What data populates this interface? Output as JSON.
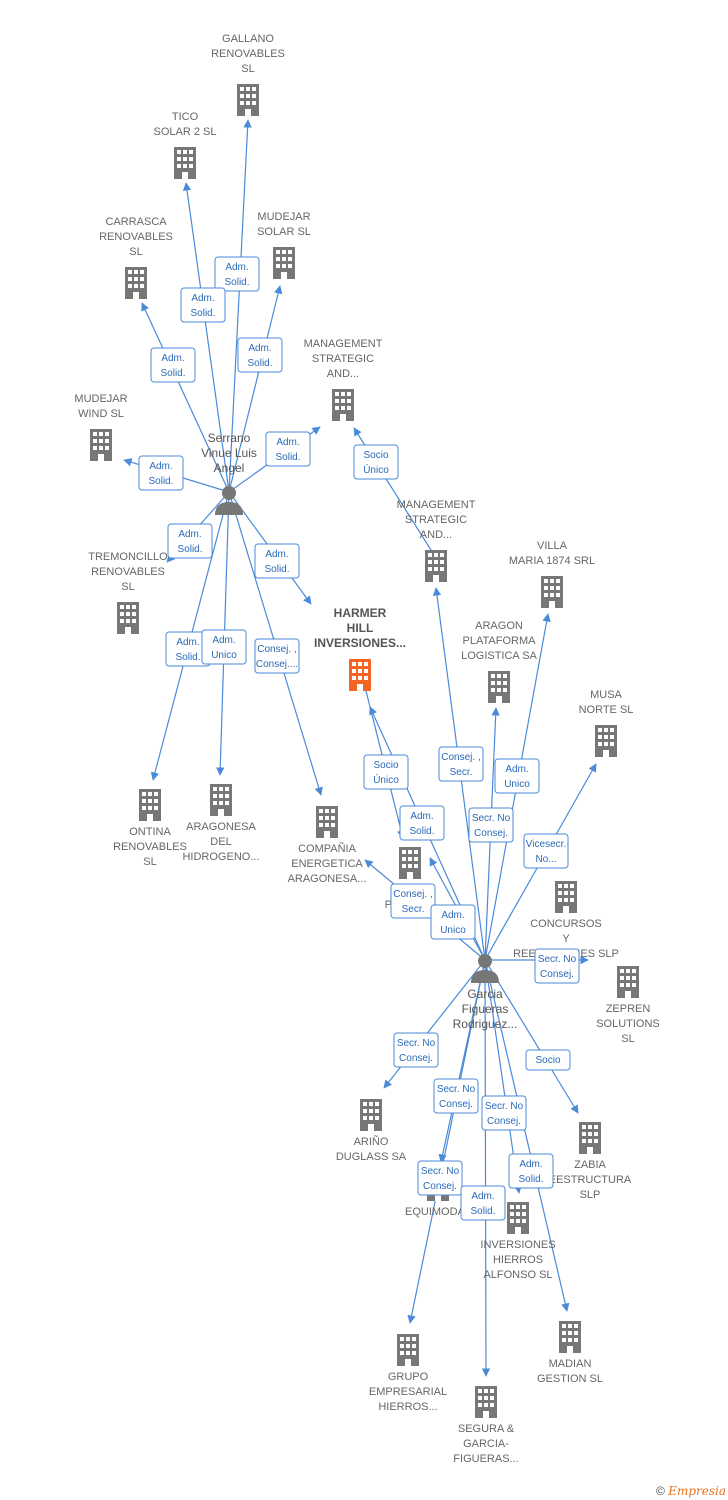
{
  "colors": {
    "edge": "#4a8ad8",
    "building": "#777777",
    "focus": "#f26522",
    "person": "#777777"
  },
  "nodes": [
    {
      "id": "gallano",
      "lines": [
        "GALLANO",
        "RENOVABLES",
        "SL"
      ],
      "icon": "building-icon"
    },
    {
      "id": "tico",
      "lines": [
        "TICO",
        "SOLAR 2  SL"
      ],
      "icon": "building-icon"
    },
    {
      "id": "carrasca",
      "lines": [
        "CARRASCA",
        "RENOVABLES",
        "SL"
      ],
      "icon": "building-icon"
    },
    {
      "id": "mudejar_solar",
      "lines": [
        "MUDEJAR",
        "SOLAR  SL"
      ],
      "icon": "building-icon"
    },
    {
      "id": "mgmt1",
      "lines": [
        "MANAGEMENT",
        "STRATEGIC",
        "AND..."
      ],
      "icon": "building-icon"
    },
    {
      "id": "mudejar_wind",
      "lines": [
        "MUDEJAR",
        "WIND  SL"
      ],
      "icon": "building-icon"
    },
    {
      "id": "serrano",
      "lines": [
        "Serrano",
        "Vinue Luis",
        "Angel"
      ],
      "icon": "person-icon"
    },
    {
      "id": "tremoncillo",
      "lines": [
        "TREMONCILLO",
        "RENOVABLES",
        "SL"
      ],
      "icon": "building-icon"
    },
    {
      "id": "mgmt2",
      "lines": [
        "MANAGEMENT",
        "STRATEGIC",
        "AND..."
      ],
      "icon": "building-icon"
    },
    {
      "id": "villa",
      "lines": [
        "VILLA",
        "MARIA 1874 SRL"
      ],
      "icon": "building-icon"
    },
    {
      "id": "harmer",
      "lines": [
        "HARMER",
        "HILL",
        "INVERSIONES..."
      ],
      "icon": "building-icon",
      "focus": true
    },
    {
      "id": "aragon",
      "lines": [
        "ARAGON",
        "PLATAFORMA",
        "LOGISTICA SA"
      ],
      "icon": "building-icon"
    },
    {
      "id": "musa",
      "lines": [
        "MUSA",
        "NORTE  SL"
      ],
      "icon": "building-icon"
    },
    {
      "id": "ontina",
      "lines": [
        "ONTINA",
        "RENOVABLES",
        "SL"
      ],
      "icon": "building-icon"
    },
    {
      "id": "aragonesa",
      "lines": [
        "ARAGONESA",
        "DEL",
        "HIDROGENO..."
      ],
      "icon": "building-icon"
    },
    {
      "id": "compania",
      "lines": [
        "COMPAÑIA",
        "ENERGETICA",
        "ARAGONESA..."
      ],
      "icon": "building-icon"
    },
    {
      "id": "power",
      "lines": [
        "C",
        "POWER..."
      ],
      "icon": "building-icon"
    },
    {
      "id": "concursos",
      "lines": [
        "CONCURSOS",
        "Y",
        "REESTR      IONES SLP"
      ],
      "icon": "building-icon"
    },
    {
      "id": "garcia",
      "lines": [
        "Garcia",
        "Figueras",
        "Rodriguez..."
      ],
      "icon": "person-icon"
    },
    {
      "id": "zepren",
      "lines": [
        "ZEPREN",
        "SOLUTIONS",
        "SL"
      ],
      "icon": "building-icon"
    },
    {
      "id": "arino",
      "lines": [
        "ARIÑO",
        "DUGLASS SA"
      ],
      "icon": "building-icon"
    },
    {
      "id": "zabia",
      "lines": [
        "ZABIA",
        "EESTRUCTURA",
        "SLP"
      ],
      "icon": "building-icon"
    },
    {
      "id": "equimodal",
      "lines": [
        "EQUIMODAL"
      ],
      "icon": "building-icon"
    },
    {
      "id": "inversiones",
      "lines": [
        "INVERSIONES",
        "HIERROS",
        "ALFONSO  SL"
      ],
      "icon": "building-icon"
    },
    {
      "id": "grupo",
      "lines": [
        "GRUPO",
        "EMPRESARIAL",
        "HIERROS..."
      ],
      "icon": "building-icon"
    },
    {
      "id": "madian",
      "lines": [
        "MADIAN",
        "GESTION  SL"
      ],
      "icon": "building-icon"
    },
    {
      "id": "segura",
      "lines": [
        "SEGURA &",
        "GARCIA-",
        "FIGUERAS..."
      ],
      "icon": "building-icon"
    }
  ],
  "edges": [
    {
      "lines": [
        "Adm.",
        "Solid."
      ]
    },
    {
      "lines": [
        "Adm.",
        "Solid."
      ]
    },
    {
      "lines": [
        "Adm.",
        "Solid."
      ]
    },
    {
      "lines": [
        "Adm.",
        "Solid."
      ]
    },
    {
      "lines": [
        "Adm.",
        "Solid."
      ]
    },
    {
      "lines": [
        "Adm.",
        "Solid."
      ]
    },
    {
      "lines": [
        "Adm.",
        "Solid."
      ]
    },
    {
      "lines": [
        "Adm.",
        "Solid."
      ]
    },
    {
      "lines": [
        "Adm.",
        "Solid."
      ]
    },
    {
      "lines": [
        "Adm.",
        "Unico"
      ]
    },
    {
      "lines": [
        "Consej. ,",
        "Consej...."
      ]
    },
    {
      "lines": [
        "Socio",
        "Único"
      ]
    },
    {
      "lines": [
        "Socio",
        "Único"
      ]
    },
    {
      "lines": [
        "Adm.",
        "Solid."
      ]
    },
    {
      "lines": [
        "Consej. ,",
        "Secr."
      ]
    },
    {
      "lines": [
        "Adm.",
        "Unico"
      ]
    },
    {
      "lines": [
        "Secr.  No",
        "Consej."
      ]
    },
    {
      "lines": [
        "Vicesecr.",
        "No..."
      ]
    },
    {
      "lines": [
        "Consej. ,",
        "Secr."
      ]
    },
    {
      "lines": [
        "Adm.",
        "Unico"
      ]
    },
    {
      "lines": [
        "Secr.  No",
        "Consej."
      ]
    },
    {
      "lines": [
        "Secr.  No",
        "Consej."
      ]
    },
    {
      "lines": [
        "Socio"
      ]
    },
    {
      "lines": [
        "Secr.  No",
        "Consej."
      ]
    },
    {
      "lines": [
        "Secr.  No",
        "Consej."
      ]
    },
    {
      "lines": [
        "Adm.",
        "Solid."
      ]
    },
    {
      "lines": [
        "Secr.  No",
        "Consej."
      ]
    },
    {
      "lines": [
        "Adm.",
        "Solid."
      ]
    }
  ],
  "footer": {
    "copyright": "©",
    "brand": "Empresia"
  }
}
